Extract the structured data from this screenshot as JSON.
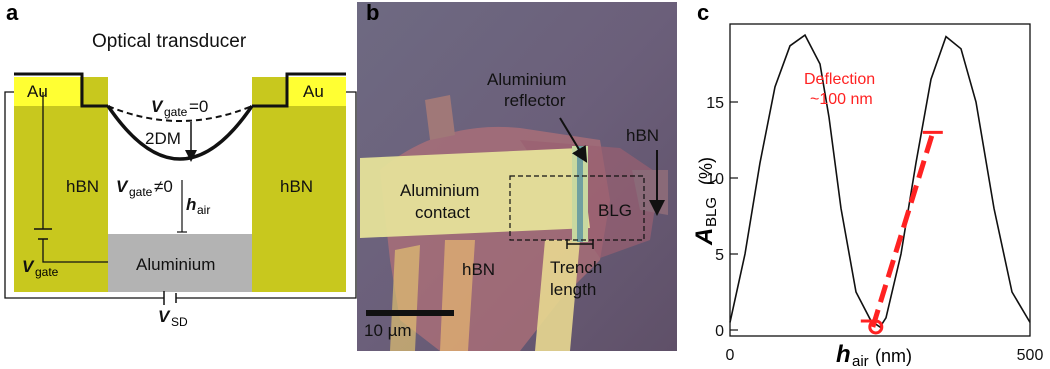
{
  "panel_a": {
    "letter": "a",
    "title": "Optical transducer",
    "au_left": "Au",
    "au_right": "Au",
    "hbn_left": "hBN",
    "hbn_right": "hBN",
    "membrane": "2DM",
    "vgate_zero_main": "V",
    "vgate_zero_sub": "gate",
    "vgate_zero_rest": "=0",
    "vgate_nonzero_main": "V",
    "vgate_nonzero_sub": "gate",
    "vgate_nonzero_rest": "≠0",
    "hair_main": "h",
    "hair_sub": "air",
    "aluminium": "Aluminium",
    "vgate_main": "V",
    "vgate_sub": "gate",
    "vsd_main": "V",
    "vsd_sub": "SD",
    "colors": {
      "au": "#ffff33",
      "hbn": "#c8c81e",
      "aluminium": "#b3b3b3"
    }
  },
  "panel_b": {
    "letter": "b",
    "al_reflector_line1": "Aluminium",
    "al_reflector_line2": "reflector",
    "hbn_top": "hBN",
    "al_contact_line1": "Aluminium",
    "al_contact_line2": "contact",
    "blg": "BLG",
    "hbn_bottom": "hBN",
    "trench_line1": "Trench",
    "trench_line2": "length",
    "scale_bar": "10 µm"
  },
  "panel_c": {
    "letter": "c",
    "annotation_line1": "Deflection",
    "annotation_line2": "~100 nm",
    "annotation_color": "#ff2222"
  },
  "chart_data": {
    "type": "line",
    "xlabel_main": "h",
    "xlabel_sub": "air",
    "xlabel_unit": "(nm)",
    "ylabel_main": "A",
    "ylabel_sub": "BLG",
    "ylabel_unit": "(%)",
    "xlim": [
      0,
      500
    ],
    "ylim": [
      0,
      20
    ],
    "x_ticks": [
      "0",
      "500"
    ],
    "y_ticks": [
      "0",
      "5",
      "10",
      "15"
    ],
    "series": [
      {
        "x": [
          0,
          25,
          50,
          75,
          100,
          125,
          150,
          165,
          185,
          210,
          235,
          250,
          260,
          285,
          310,
          335,
          360,
          385,
          410,
          440,
          470,
          500
        ],
        "values": [
          0.5,
          5,
          11,
          16,
          18.7,
          19.4,
          17.5,
          14,
          8,
          2.5,
          0.6,
          0.2,
          0.8,
          5,
          11,
          16.5,
          19.3,
          18.5,
          15,
          8,
          2.5,
          0.5
        ]
      }
    ],
    "deflection_line": {
      "x": [
        238,
        338
      ],
      "values": [
        0.2,
        13
      ]
    }
  }
}
